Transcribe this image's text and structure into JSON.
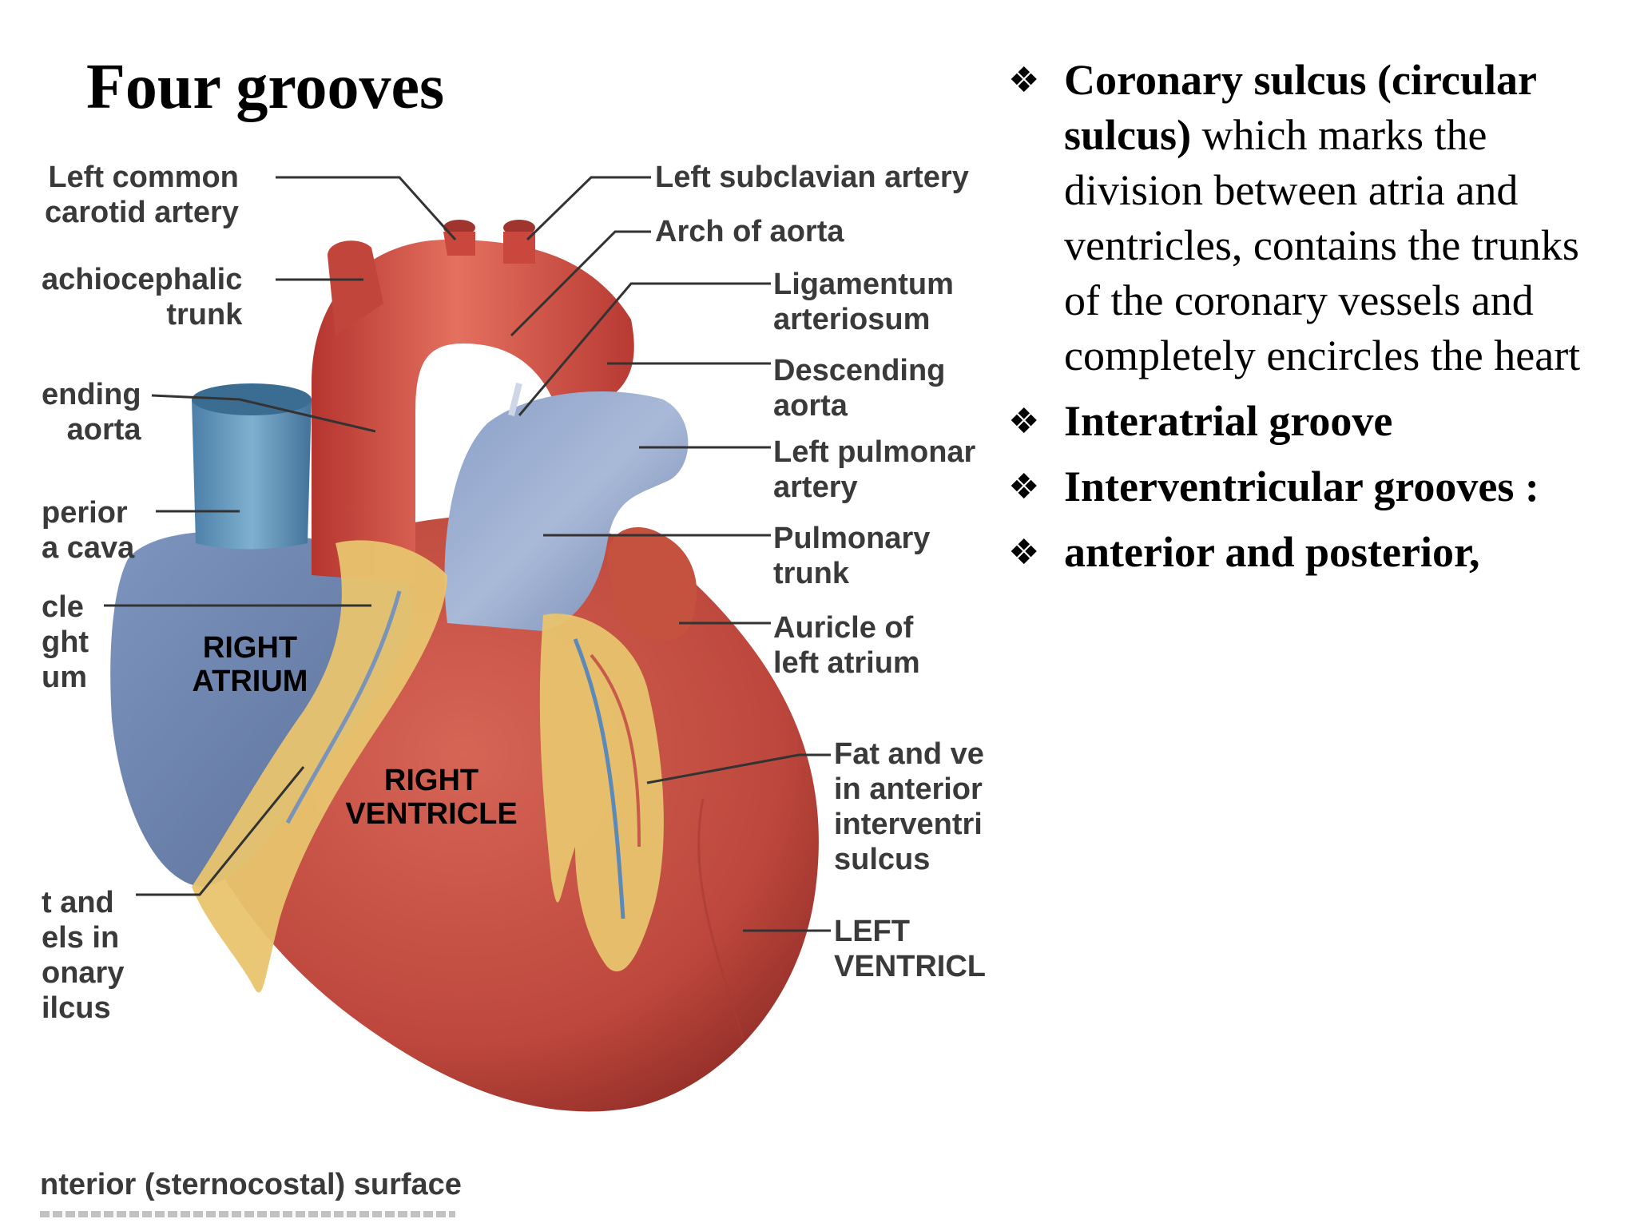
{
  "title": "Four grooves",
  "figure": {
    "labels": {
      "left_common_carotid": [
        "Left common",
        "carotid artery"
      ],
      "brachiocephalic": [
        "achiocephalic",
        "trunk"
      ],
      "ascending_aorta": [
        "ending",
        "aorta"
      ],
      "superior_vena_cava": [
        "perior",
        "a cava"
      ],
      "auricle_right_atrium": [
        "cle",
        "ght",
        "um"
      ],
      "fat_vessels_coronary": [
        "t and",
        "els in",
        "onary",
        "ilcus"
      ],
      "left_subclavian": [
        "Left subclavian artery"
      ],
      "arch_of_aorta": [
        "Arch of aorta"
      ],
      "ligamentum": [
        "Ligamentum",
        "arteriosum"
      ],
      "descending_aorta": [
        "Descending",
        "aorta"
      ],
      "left_pulmonary": [
        "Left pulmonar",
        "artery"
      ],
      "pulmonary_trunk": [
        "Pulmonary",
        "trunk"
      ],
      "auricle_left_atrium": [
        "Auricle of",
        "left atrium"
      ],
      "fat_vessels_interventricular": [
        "Fat and ve",
        "in anterior",
        "interventri",
        "sulcus"
      ],
      "left_ventricle": [
        "LEFT",
        "VENTRICL"
      ]
    },
    "chambers": {
      "right_atrium": [
        "RIGHT",
        "ATRIUM"
      ],
      "right_ventricle": [
        "RIGHT",
        "VENTRICLE"
      ]
    },
    "caption": "nterior (sternocostal) surface"
  },
  "bullets": [
    {
      "bold": "Coronary sulcus (circular sulcus)",
      "text": " which marks the division between atria and ventricles, contains the trunks of the coronary vessels and completely encircles the heart"
    },
    {
      "bold": "Interatrial groove",
      "text": ""
    },
    {
      "bold": "Interventricular grooves :",
      "text": ""
    },
    {
      "bold": "anterior and posterior,",
      "text": ""
    }
  ],
  "bullet_symbol": "❖",
  "colors": {
    "artery_red": "#c8453c",
    "vein_blue": "#6b86b0",
    "fat_yellow": "#e9c873",
    "ventricle_red": "#bf4a3f"
  }
}
